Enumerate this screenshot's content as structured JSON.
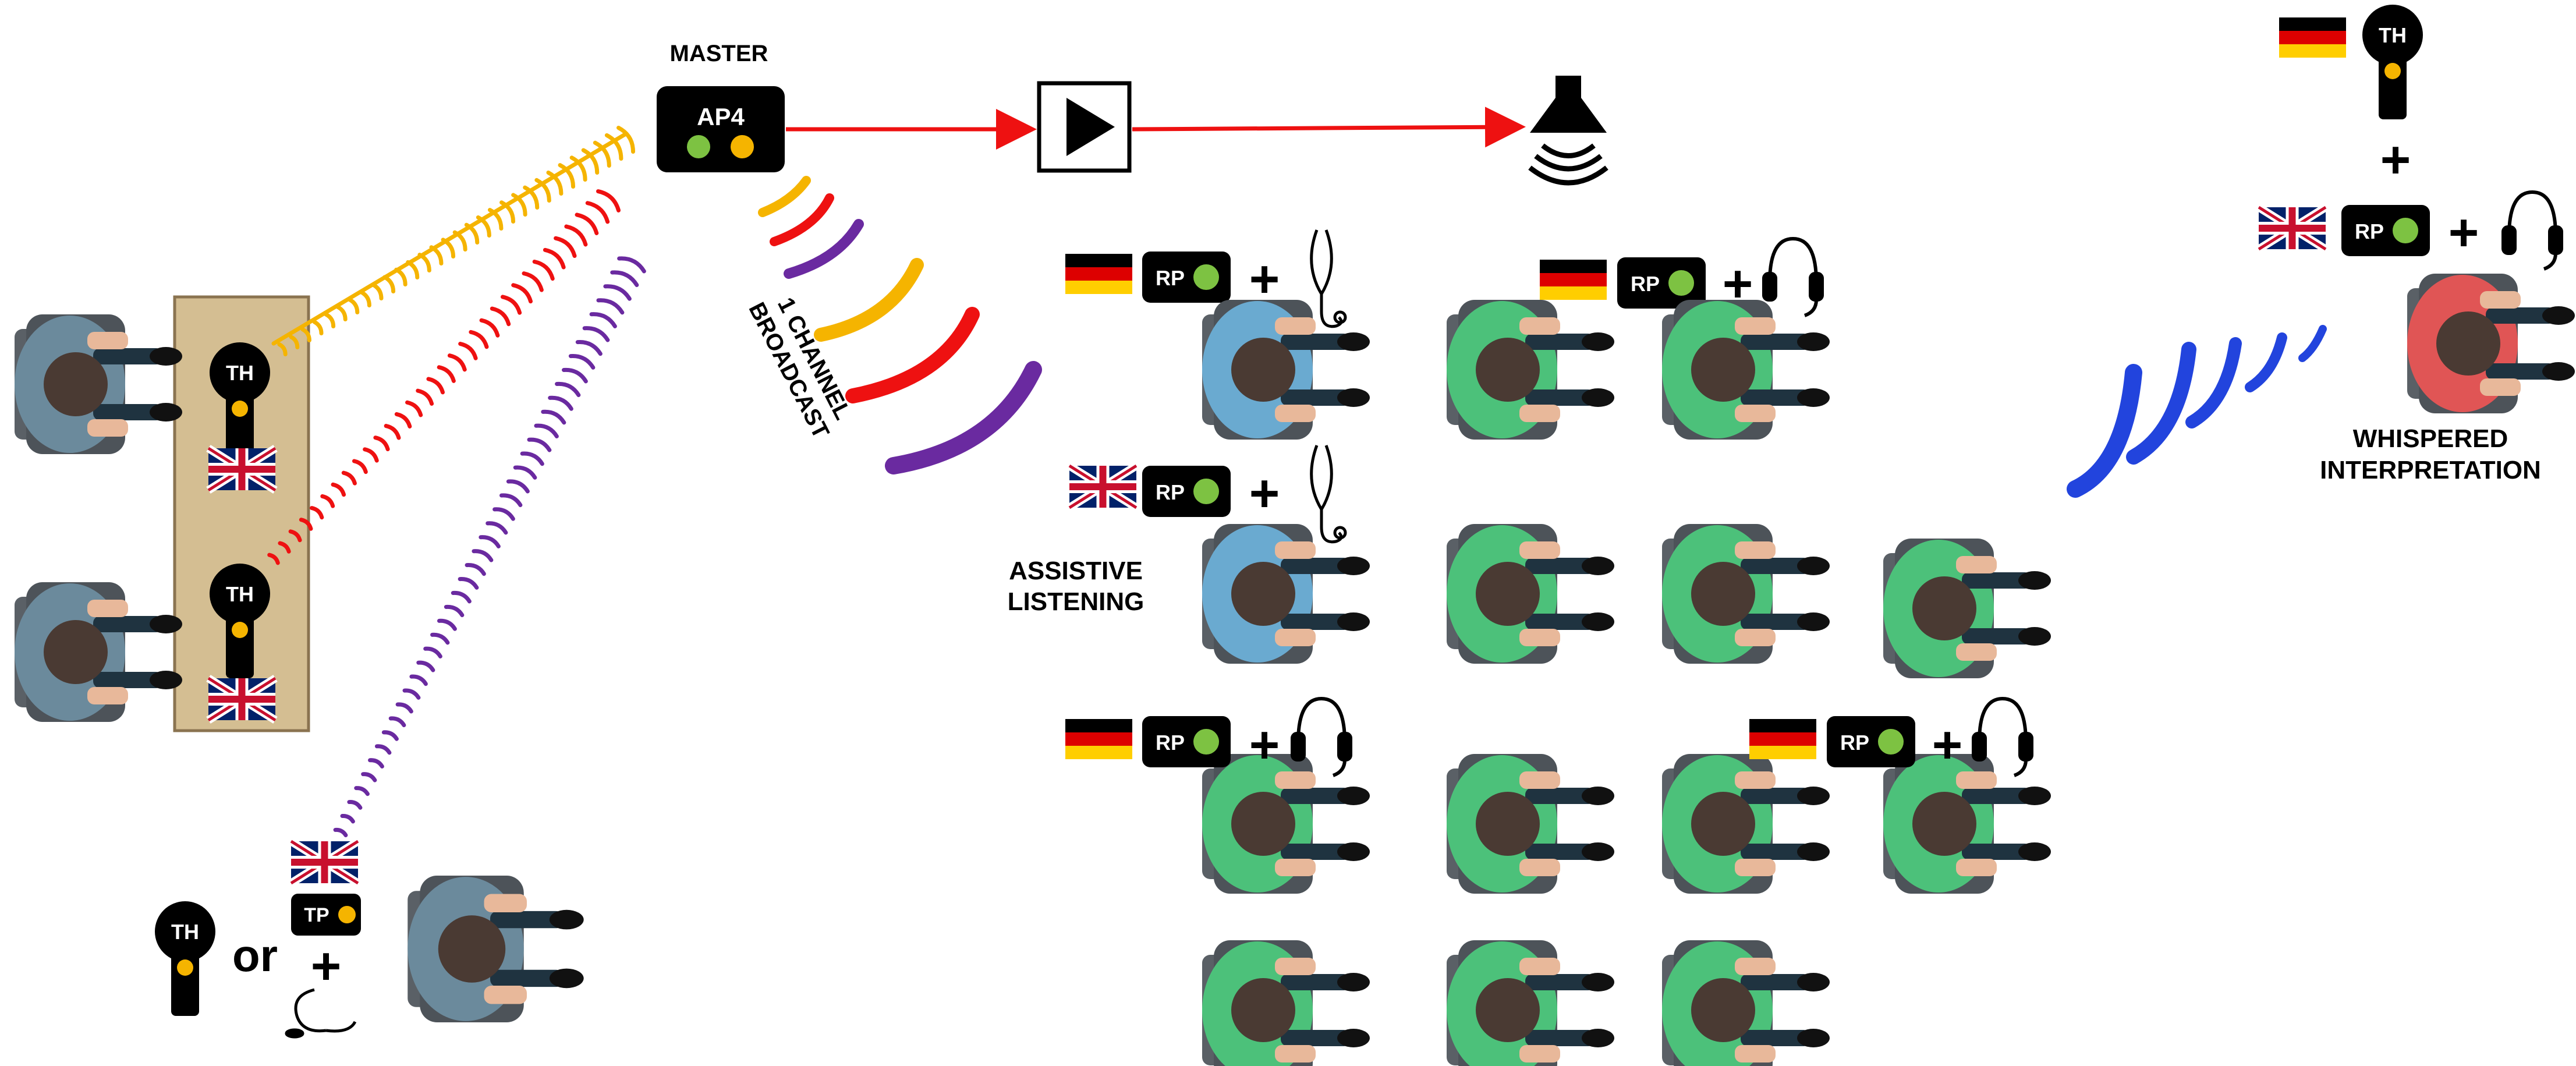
{
  "labels": {
    "master": "MASTER",
    "broadcast_line1": "1 CHANNEL",
    "broadcast_line2": "BROADCAST",
    "assistive_line1": "ASSISTIVE",
    "assistive_line2": "LISTENING",
    "whispered_line1": "WHISPERED",
    "whispered_line2": "INTERPRETATION",
    "or": "or",
    "plus": "+"
  },
  "devices": {
    "master": "AP4",
    "talk_headset": "TH",
    "talk_pocket": "TP",
    "receiver": "RP"
  },
  "colors": {
    "signal_yellow": "#f5b400",
    "signal_red": "#ee1111",
    "signal_purple": "#6a2aa0",
    "signal_blue": "#2244dd",
    "arrow_red": "#ee1111",
    "desk_tan": "#d4be92",
    "led_green": "#7dc242",
    "led_orange": "#f5b400",
    "person_green": "#4cc17a",
    "person_blue": "#6aaad0",
    "person_red": "#e05555",
    "person_grey": "#6b8a9c"
  },
  "icons": [
    "play-icon",
    "speaker-icon",
    "flag-de-icon",
    "flag-uk-icon",
    "stethoset-earphone-icon",
    "headphones-icon",
    "headset-mic-icon"
  ]
}
